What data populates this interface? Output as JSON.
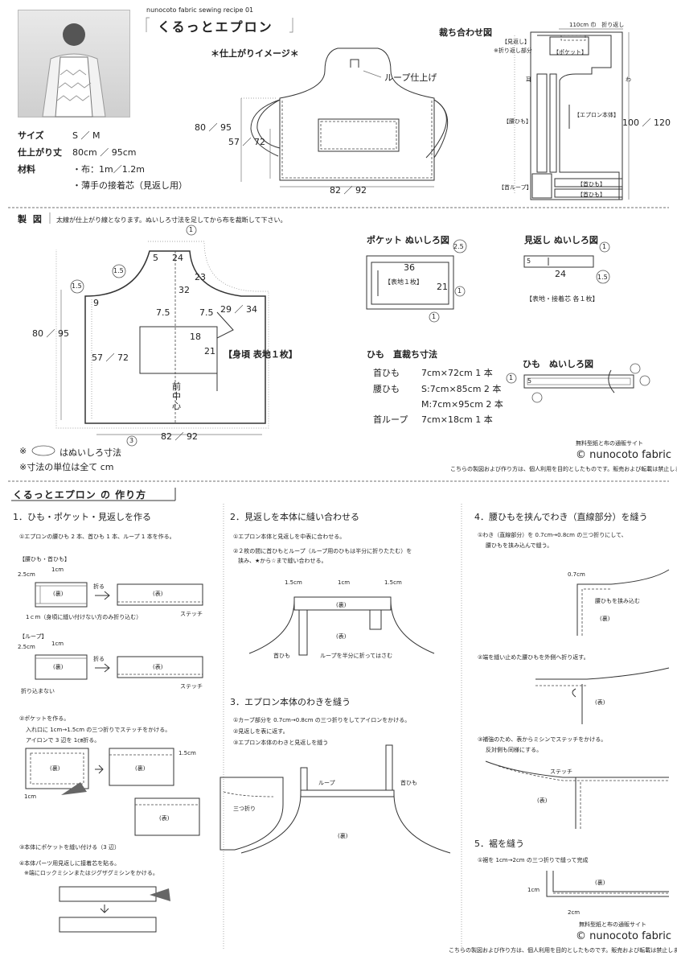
{
  "header": {
    "recipe_label": "nunocoto fabric sewing recipe 01",
    "title": "くるっとエプロン"
  },
  "specs": [
    {
      "label": "サイズ",
      "value": "S ／ M"
    },
    {
      "label": "仕上がり丈",
      "value": "80cm ／ 95cm"
    },
    {
      "label": "材料",
      "value": "・布：1m／1.2m"
    },
    {
      "label": "",
      "value": "・薄手の接着芯（見返し用）"
    }
  ],
  "finished": {
    "title": "＊仕上がりイメージ＊",
    "loop_label": "ループ仕上げ",
    "height": "80 ／ 95",
    "side": "57 ／ 72",
    "width": "82 ／ 92"
  },
  "cutting": {
    "title": "裁ち合わせ図",
    "width_label": "110cm 巾　折り返し",
    "mikaeshi": "【見返し】",
    "orikaeshi": "※折り返し部分",
    "pocket": "【ポケット】",
    "mimi": "耳",
    "wa": "わ",
    "koshi": "【腰ひも】",
    "honntai": "【エプロン本体】",
    "length": "100 ／ 120",
    "kubi": "【首ひも】",
    "loop": "【首ループ】"
  },
  "seizu": {
    "title": "製 図",
    "note": "太線が仕上がり線となります。ぬいしろ寸法を足してから布を裁断して下さい。",
    "circ_note": "はぬいしろ寸法",
    "unit_note": "※寸法の単位は全て cm",
    "note_mark": "※",
    "dims": {
      "d1": "1",
      "d5": "5",
      "d24": "24",
      "d15a": "1.5",
      "d15b": "1.5",
      "d23": "23",
      "d32": "32",
      "d9": "9",
      "d75a": "7.5",
      "d75b": "7.5",
      "d2934": "29 ／ 34",
      "d8095": "80 ／ 95",
      "d18": "18",
      "d21": "21",
      "d5772": "57 ／ 72",
      "mae": "前",
      "naka": "中",
      "shin": "心",
      "body_label": "【身頃 表地１枚】",
      "d3": "3",
      "d8292": "82 ／ 92"
    }
  },
  "pocket": {
    "title": "ポケット ぬいしろ図",
    "w": "36",
    "h": "21",
    "label": "【表地１枚】",
    "s25": "2.5",
    "s1a": "1",
    "s1b": "1"
  },
  "mikaeshi": {
    "title": "見返し ぬいしろ図",
    "w": "24",
    "s5": "5",
    "s1": "1",
    "s15": "1.5",
    "label": "【表地・接着芯 各１枚】"
  },
  "himo": {
    "title": "ひも　直裁ち寸法",
    "rows": [
      {
        "name": "首ひも",
        "size": "7cm×72cm 1 本"
      },
      {
        "name": "腰ひも",
        "size": "S:7cm×85cm 2 本"
      },
      {
        "name": "",
        "size": "M:7cm×95cm 2 本"
      },
      {
        "name": "首ループ",
        "size": "7cm×18cm 1 本"
      }
    ],
    "seam_title": "ひも　ぬいしろ図",
    "s5": "5",
    "s1": "1"
  },
  "brand": {
    "site": "無料型紙と布の通販サイト",
    "name": "© nunocoto fabric",
    "copyright": "こちらの製図および作り方は、個人利用を目的としたものです。販売および転載は禁止します。"
  },
  "howto": {
    "title": "くるっとエプロン の 作り方",
    "s1": {
      "title": "1．ひも・ポケット・見返しを作る",
      "step1": "①エプロンの腰ひも 2 本、首ひも 1 本、ループ 1 本を作る。",
      "koshi_label": "【腰ひも・首ひも】",
      "loop_label": "【ループ】",
      "d25": "2.5cm",
      "d1": "1cm",
      "oru": "折る",
      "ura": "(裏)",
      "omote": "(表)",
      "stitch": "ステッチ",
      "note1": "1ｃm（身頃に縫い付けない方のみ折り込む）",
      "nooru": "折り込まない",
      "step2": "②ポケットを作る。",
      "step2a": "入れ口に 1cm→1.5cm の三つ折りでステッチをかける。",
      "step2b": "アイロンで 3 辺を 1㎝折る。",
      "d15": "1.5cm",
      "step3": "③本体にポケットを縫い付ける（3 辺）",
      "step4": "④本体パーツ用見返しに接着芯を貼る。",
      "step4a": "※端にロックミシンまたはジグザグミシンをかける。"
    },
    "s2": {
      "title": "2．見返しを本体に縫い合わせる",
      "step1": "①エプロン本体と見返しを中表に合わせる。",
      "step2": "②２枚の間に首ひもとループ（ループ用のひもは半分に折りたたむ）を",
      "step2b": "挟み、★から☆まで縫い合わせる。",
      "d15": "1.5cm",
      "d1": "1cm",
      "ura": "(裏)",
      "omote": "(表)",
      "kubi": "首ひも",
      "loop": "ループを半分に折ってはさむ"
    },
    "s3": {
      "title": "3．エプロン本体のわきを縫う",
      "step1": "①カーブ部分を 0.7cm→0.8cm の三つ折りをしてアイロンをかける。",
      "step2": "②見返しを表に返す。",
      "step3": "③エプロン本体のわきと見返しを縫う",
      "loop": "ループ",
      "kubi": "首ひも",
      "mitsu": "三つ折り",
      "ura": "(裏)"
    },
    "s4": {
      "title": "4．腰ひもを挟んでわき（直線部分）を縫う",
      "step1": "①わき（直線部分）を 0.7cm→0.8cm の三つ折りにして、",
      "step1b": "腰ひもを挟み込んで縫う。",
      "d07": "0.7cm",
      "hasamu": "腰ひもを挟み込む",
      "ura": "(裏)",
      "step2": "②端を縫い止めた腰ひもを外側へ折り返す。",
      "step3": "③補強のため、表からミシンでステッチをかける。",
      "step3b": "反対側も同様にする。",
      "stitch": "ステッチ",
      "omote": "(表)"
    },
    "s5": {
      "title": "5．裾を縫う",
      "step1": "①裾を 1cm→2cm の三つ折りで縫って完成",
      "ura": "(裏)",
      "d1": "1cm",
      "d2": "2cm"
    }
  }
}
